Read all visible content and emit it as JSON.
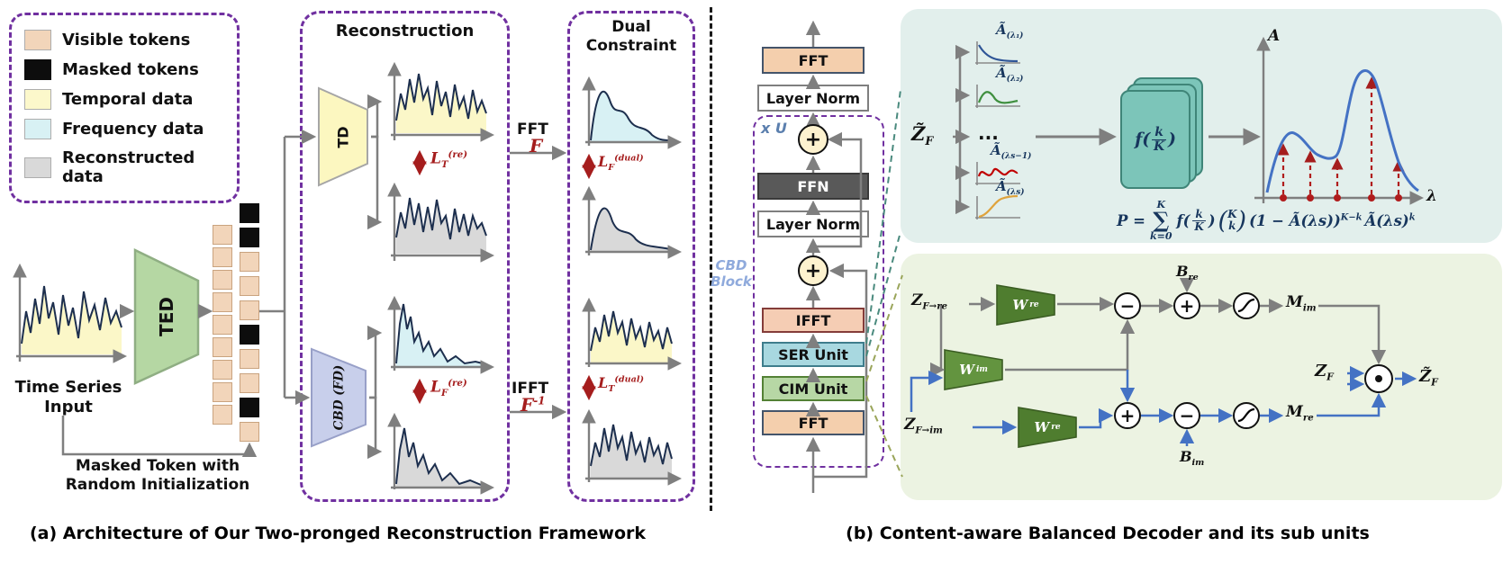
{
  "colors": {
    "visible_token": "#f2d5ba",
    "masked_token": "#0d0d0d",
    "temporal_data": "#fcf8cb",
    "frequency_data": "#d8f1f4",
    "reconstructed_data": "#d9d9d9",
    "dashed_border_purple": "#7030a0",
    "loss_red": "#a51d1d",
    "arrow_gray": "#7f7f7f",
    "path_blue": "#4472c4",
    "plot_line_navy": "#1d2f4e",
    "ted_green": "#b5d7a3",
    "td_yellow": "#fcf7c0",
    "cbd_lavender": "#c8cfeb",
    "ser_unit_fill": "#a8d8e0",
    "cim_unit_fill": "#b7d7a5",
    "fft_fill": "#f4cfad",
    "ffn_fill": "#595959",
    "teal_card": "#7cc5b9",
    "decoder_trapezoid_green": "#4f7d2f",
    "ser_panel_bg": "#e2efec",
    "cim_panel_bg": "#ecf3e2"
  },
  "legend": {
    "items": [
      {
        "label": "Visible tokens"
      },
      {
        "label": "Masked tokens"
      },
      {
        "label": "Temporal data"
      },
      {
        "label": "Frequency data"
      },
      {
        "label": "Reconstructed data"
      }
    ]
  },
  "panel_a": {
    "caption": "(a) Architecture of Our Two-pronged Reconstruction Framework",
    "time_series": {
      "line1": "Time Series",
      "line2": "Input"
    },
    "ted_label": "TED",
    "masked_note": {
      "line1": "Masked Token with",
      "line2": "Random Initialization"
    },
    "reconstruction_title": "Reconstruction",
    "td_label": "TD",
    "cbd_fd_label": "CBD (FD)",
    "dual_title": {
      "line1": "Dual",
      "line2": "Constraint"
    },
    "fourier": {
      "fft": "FFT",
      "f_script": "F",
      "ifft": "IFFT",
      "f_inv_base": "F",
      "f_inv_sup": "-1"
    },
    "losses": {
      "t_re": {
        "base": "L",
        "sub": "T",
        "sup": "(re)"
      },
      "f_re": {
        "base": "L",
        "sub": "F",
        "sup": "(re)"
      },
      "f_dual": {
        "base": "L",
        "sub": "F",
        "sup": "(dual)"
      },
      "t_dual": {
        "base": "L",
        "sub": "T",
        "sup": "(dual)"
      }
    },
    "tokens": {
      "col1": [
        "tok visible",
        "tok visible",
        "tok visible",
        "tok visible",
        "tok visible",
        "tok visible",
        "tok visible",
        "tok visible",
        "tok visible"
      ],
      "col2": [
        "tok masked",
        "tok masked",
        "tok visible",
        "tok visible",
        "tok visible",
        "tok masked",
        "tok visible",
        "tok visible",
        "tok masked",
        "tok visible"
      ]
    }
  },
  "panel_b": {
    "caption": "(b) Content-aware Balanced Decoder and its sub units",
    "repeat_label": "x U",
    "cbd_block": {
      "line1": "CBD",
      "line2": "Block"
    },
    "blocks": {
      "fft_top": "FFT",
      "layer_norm_1": "Layer Norm",
      "plus": "+",
      "ffn": "FFN",
      "layer_norm_2": "Layer Norm",
      "ifft": "IFFT",
      "ser_unit": "SER Unit",
      "cim_unit": "CIM Unit",
      "fft_bottom": "FFT"
    }
  },
  "ser_panel": {
    "z_f": {
      "base": "Z̃",
      "sub": "F"
    },
    "amp_labels": [
      {
        "base": "Ã",
        "sub": "(λ₁)"
      },
      {
        "base": "Ã",
        "sub": "(λ₂)"
      },
      {
        "base": "Ã",
        "sub": "(λs−1)"
      },
      {
        "base": "Ã",
        "sub": "(λs)"
      }
    ],
    "dots": "...",
    "card": {
      "prefix": "f(",
      "num": "k",
      "den": "K",
      "suffix": ")"
    },
    "axes": {
      "y": "A",
      "x": "λ"
    },
    "formula": {
      "lhs": "P =",
      "sum_top": "K",
      "sum_symbol": "∑",
      "sum_bottom": "k=0",
      "f_prefix": "f(",
      "frac_num": "k",
      "frac_den": "K",
      "f_suffix": ")",
      "binom_top": "K",
      "binom_bottom": "k",
      "term1": "(1 − Ã(λs))",
      "term1_sup": "K−k",
      "term2": "Ã(λs)",
      "term2_sup": "k"
    }
  },
  "cim_panel": {
    "z_f_re": {
      "base": "Z",
      "sub": "F→re"
    },
    "z_f_im": {
      "base": "Z",
      "sub": "F→im"
    },
    "w_re": {
      "base": "W",
      "sub": "re"
    },
    "w_im": {
      "base": "W",
      "sub": "im"
    },
    "b_re": {
      "base": "B",
      "sub": "re"
    },
    "b_im": {
      "base": "B",
      "sub": "im"
    },
    "m_im": {
      "base": "M",
      "sub": "im"
    },
    "m_re": {
      "base": "M",
      "sub": "re"
    },
    "z_f": {
      "base": "Z",
      "sub": "F"
    },
    "z_f_out": {
      "base": "Z̃",
      "sub": "F"
    },
    "ops": {
      "minus": "−",
      "plus": "+"
    }
  }
}
